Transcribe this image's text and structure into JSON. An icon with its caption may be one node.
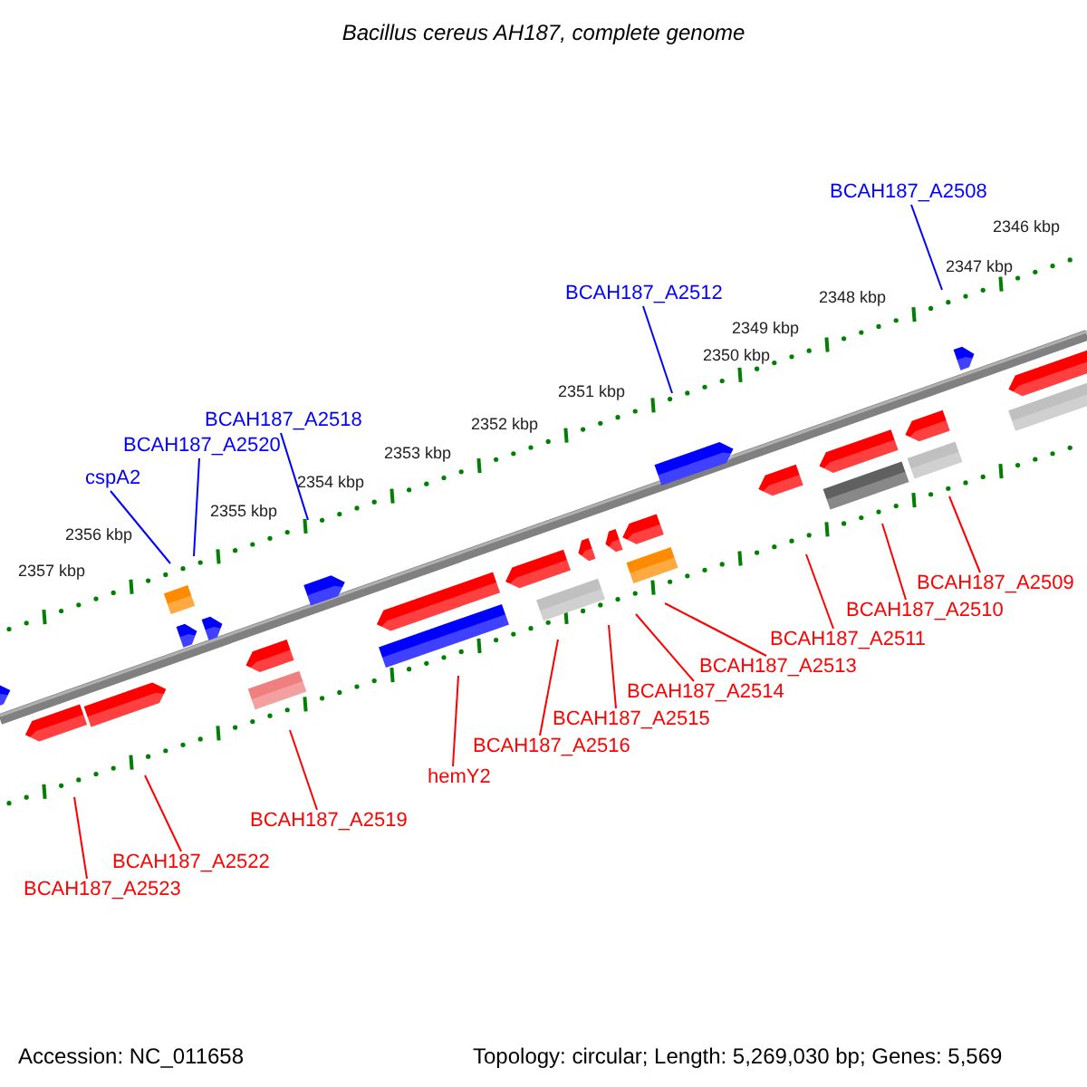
{
  "diagram": {
    "title": "Bacillus cereus AH187, complete genome",
    "nodes": [
      {
        "text": [
          "BCAH187_A2508"
        ]
      },
      {
        "text": [
          "BCAH187_A2512"
        ]
      },
      {
        "text": [
          "BCAH187_A2518"
        ]
      },
      {
        "text": [
          "BCAH187_A2520"
        ]
      },
      {
        "text": [
          "cspA2"
        ]
      },
      {
        "text": [
          "BCAH187_A2509"
        ]
      },
      {
        "text": [
          "BCAH187_A2510"
        ]
      },
      {
        "text": [
          "BCAH187_A2511"
        ]
      },
      {
        "text": [
          "BCAH187_A2513"
        ]
      },
      {
        "text": [
          "BCAH187_A2514"
        ]
      },
      {
        "text": [
          "BCAH187_A2515"
        ]
      },
      {
        "text": [
          "BCAH187_A2516"
        ]
      },
      {
        "text": [
          "hemY2"
        ]
      },
      {
        "text": [
          "BCAH187_A2519"
        ]
      },
      {
        "text": [
          "BCAH187_A2522"
        ]
      },
      {
        "text": [
          "BCAH187_A2523"
        ]
      }
    ],
    "edges": [
      {
        "from": 0,
        "to": null,
        "arrow": "none",
        "color": "#0000ff"
      },
      {
        "from": 1,
        "to": null,
        "arrow": "none",
        "color": "#0000ff"
      },
      {
        "from": 2,
        "to": null,
        "arrow": "none",
        "color": "#0000ff"
      },
      {
        "from": 3,
        "to": null,
        "arrow": "none",
        "color": "#0000ff"
      },
      {
        "from": 4,
        "to": null,
        "arrow": "none",
        "color": "#0000ff"
      },
      {
        "from": 5,
        "to": null,
        "arrow": "none"
      },
      {
        "from": 6,
        "to": null,
        "arrow": "none"
      },
      {
        "from": 7,
        "to": null,
        "arrow": "none"
      },
      {
        "from": 8,
        "to": null,
        "arrow": "none"
      },
      {
        "from": 9,
        "to": null,
        "arrow": "none"
      },
      {
        "from": 10,
        "to": null,
        "arrow": "none"
      },
      {
        "from": 11,
        "to": null,
        "arrow": "none"
      },
      {
        "from": 12,
        "to": null,
        "arrow": "none"
      },
      {
        "from": 13,
        "to": null,
        "arrow": "none"
      },
      {
        "from": 14,
        "to": null,
        "arrow": "none"
      },
      {
        "from": 15,
        "to": null,
        "arrow": "none"
      }
    ],
    "labels": [
      "2346 kbp",
      "2347 kbp",
      "2348 kbp",
      "2349 kbp",
      "2350 kbp",
      "2351 kbp",
      "2352 kbp",
      "2353 kbp",
      "2354 kbp",
      "2355 kbp",
      "2356 kbp",
      "2357 kbp",
      "Accession: NC_011658",
      "Topology: circular; Length: 5,269,030 bp; Genes: 5,569"
    ]
  }
}
